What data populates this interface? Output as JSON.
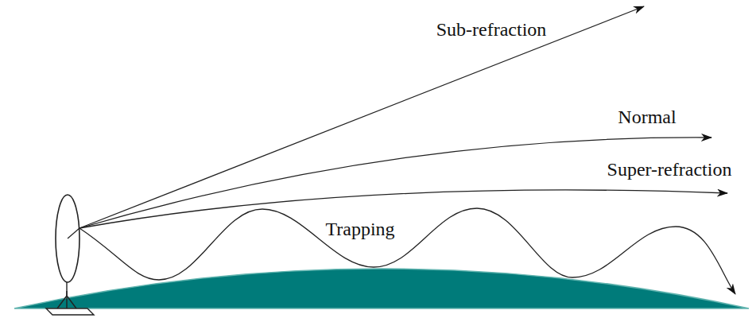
{
  "diagram": {
    "labels": [
      "Sub-refraction",
      "Normal",
      "Super-refraction",
      "Trapping"
    ]
  }
}
